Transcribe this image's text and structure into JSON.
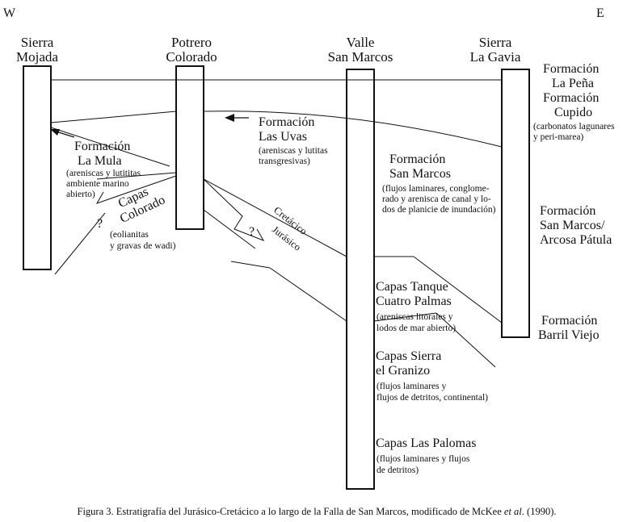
{
  "directions": {
    "west": "W",
    "east": "E"
  },
  "columns": [
    {
      "id": "sierra-mojada",
      "line1": "Sierra",
      "line2": "Mojada"
    },
    {
      "id": "potrero-colorado",
      "line1": "Potrero",
      "line2": "Colorado"
    },
    {
      "id": "valle-san-marcos",
      "line1": "Valle",
      "line2": "San Marcos"
    },
    {
      "id": "sierra-la-gavia",
      "line1": "Sierra",
      "line2": "La Gavia"
    }
  ],
  "labels": {
    "la_pena_1": "Formación",
    "la_pena_2": "La Peña",
    "cupido_1": "Formación",
    "cupido_2": "Cupido",
    "cupido_note_1": "(carbonatos lagunares",
    "cupido_note_2": "y peri-marea)",
    "las_uvas_1": "Formación",
    "las_uvas_2": "Las Uvas",
    "las_uvas_note_1": "(areniscas y lutitas",
    "las_uvas_note_2": "transgresivas)",
    "la_mula_1": "Formación",
    "la_mula_2": "La Mula",
    "la_mula_note_1": "(areniscas y lutititas",
    "la_mula_note_2": "ambiente marino",
    "la_mula_note_3": "abierto)",
    "san_marcos_1": "Formación",
    "san_marcos_2": "San Marcos",
    "san_marcos_note_1": "(flujos laminares, conglome-",
    "san_marcos_note_2": "rado y arenisca de canal y lo-",
    "san_marcos_note_3": "dos de planicie de inundación)",
    "capas_colorado_1": "Capas",
    "capas_colorado_2": "Colorado",
    "capas_colorado_note_1": "(eolianitas",
    "capas_colorado_note_2": "y gravas de wadi)",
    "cretacico": "Cretácico",
    "jurasico": "Jurásico",
    "question": "?",
    "arcosa_1": "Formación",
    "arcosa_2": "San Marcos/",
    "arcosa_3": "Arcosa Pátula",
    "tanque_1": "Capas Tanque",
    "tanque_2": "Cuatro Palmas",
    "tanque_note_1": "(areniscas litorales y",
    "tanque_note_2": "lodos de mar abierto)",
    "barril_1": "Formación",
    "barril_2": "Barril Viejo",
    "granizo_1": "Capas Sierra",
    "granizo_2": "el Granizo",
    "granizo_note_1": "(flujos laminares y",
    "granizo_note_2": "flujos de detritos, continental)",
    "palomas_1": "Capas Las Palomas",
    "palomas_note_1": "(flujos laminares y flujos",
    "palomas_note_2": "de detritos)"
  },
  "caption": {
    "prefix": "Figura 3. Estratigrafía del Jurásico-Cretácico a lo largo de la Falla de San Marcos, modificado de McKee ",
    "etal": "et al",
    "suffix": ". (1990)."
  }
}
